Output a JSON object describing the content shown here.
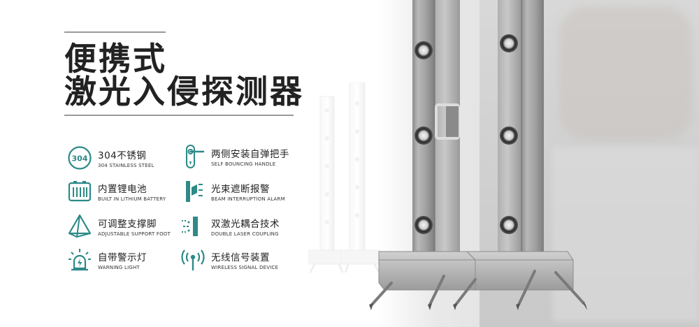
{
  "title": {
    "line1": "便携式",
    "line2": "激光入侵探测器"
  },
  "features": [
    {
      "cn": "304不锈钢",
      "en": "304 STAINLESS STEEL",
      "icon": "304-badge-icon",
      "badge_text": "304"
    },
    {
      "cn": "两侧安装自弹把手",
      "en": "SELF BOUNCING HANDLE",
      "icon": "door-handle-icon"
    },
    {
      "cn": "内置锂电池",
      "en": "BUILT IN LITHIUM BATTERY",
      "icon": "battery-icon"
    },
    {
      "cn": "光束遮断报警",
      "en": "BEAM INTERRUPTION ALARM",
      "icon": "beam-block-icon"
    },
    {
      "cn": "可调整支撑脚",
      "en": "ADJUSTABLE SUPPORT FOOT",
      "icon": "pyramid-icon"
    },
    {
      "cn": "双激光耦合技术",
      "en": "DOUBLE LASER COUPLING",
      "icon": "laser-icon"
    },
    {
      "cn": "自带警示灯",
      "en": "WARNING LIGHT",
      "icon": "warning-light-icon"
    },
    {
      "cn": "无线信号装置",
      "en": "WIRELESS SIGNAL DEVICE",
      "icon": "wireless-icon"
    }
  ],
  "colors": {
    "accent": "#2d8a87",
    "title": "#222222",
    "rule": "#9a9a9a",
    "steel": "#b5b5b5"
  }
}
